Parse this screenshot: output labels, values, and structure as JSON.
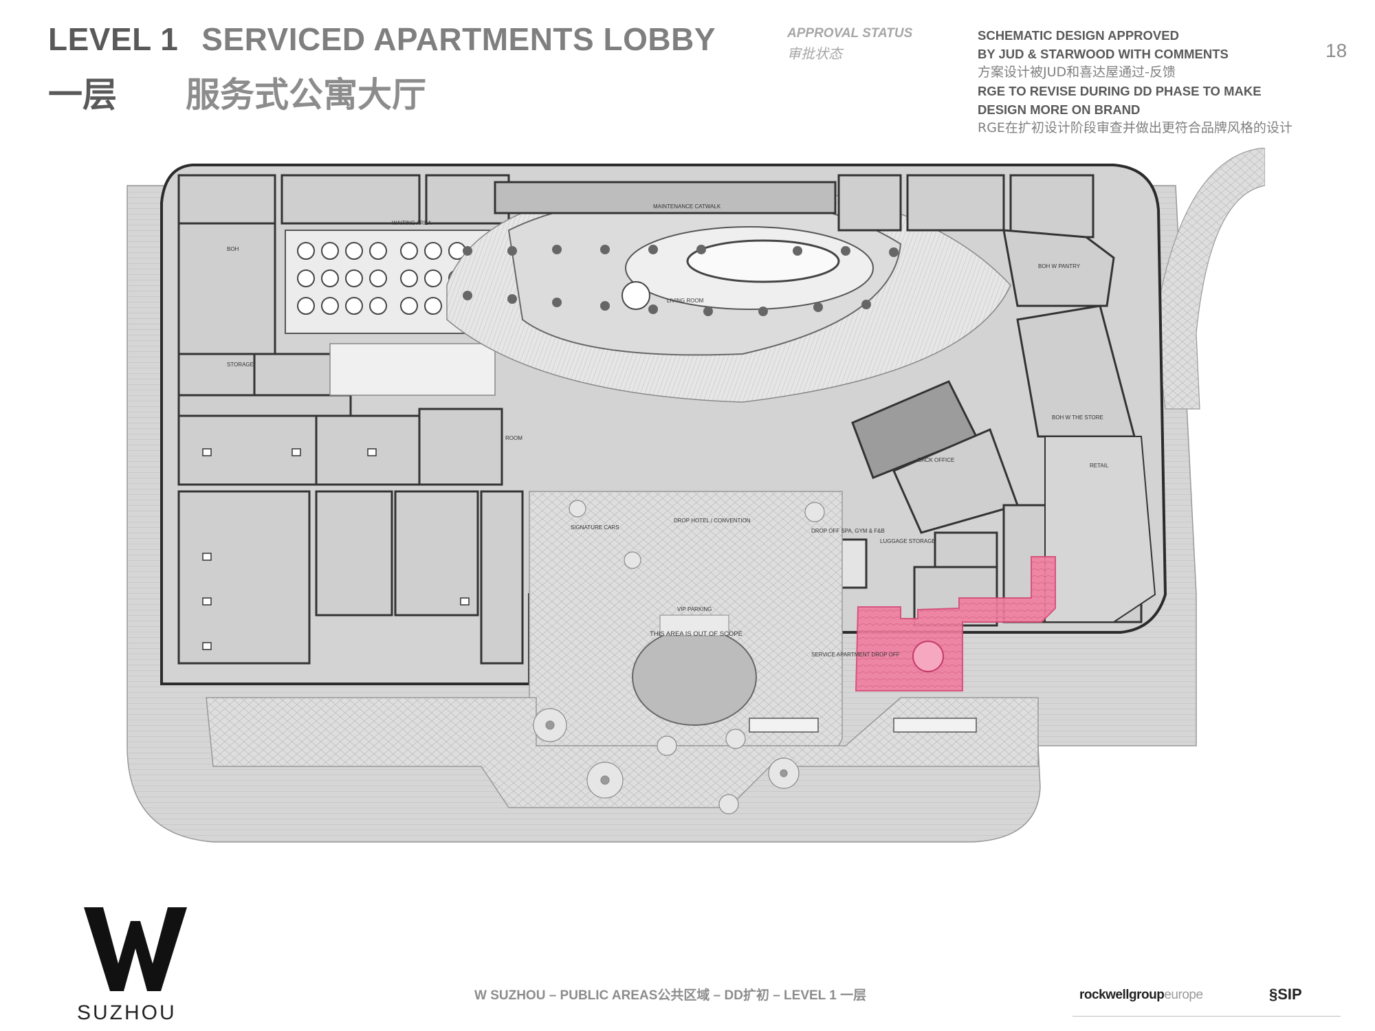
{
  "header": {
    "level_en": "LEVEL 1",
    "title_en": "SERVICED APARTMENTS LOBBY",
    "level_cn": "一层",
    "title_cn": "服务式公寓大厅",
    "approval_label": "APPROVAL STATUS",
    "approval_label_cn": "审批状态",
    "status_lines": [
      "SCHEMATIC DESIGN APPROVED",
      "BY JUD & STARWOOD WITH COMMENTS",
      "方案设计被JUD和喜达屋通过-反馈",
      "RGE TO REVISE DURING DD PHASE TO MAKE",
      "DESIGN MORE ON BRAND",
      "RGE在扩初设计阶段审查并做出更符合品牌风格的设计"
    ],
    "page_number": "18"
  },
  "plan": {
    "labels": {
      "waiting_area": "WAITING AREA",
      "boh": "BOH",
      "storage": "STORAGE",
      "living_room": "LIVING ROOM",
      "maintenance": "MAINTENANCE CATWALK",
      "boh_w_pantry": "BOH W PANTRY",
      "boh_store": "BOH W THE STORE",
      "retail": "RETAIL",
      "back_office": "BACK OFFICE",
      "luggage": "LUGGAGE STORAGE",
      "drop_off_spa": "DROP OFF SPA, GYM & F&B",
      "drop_hotel": "DROP HOTEL / CONVENTION",
      "signature_cars": "SIGNATURE CARS",
      "vip_parking": "VIP PARKING",
      "out_of_scope": "THIS AREA IS OUT OF SCOPE",
      "service_drop": "SERVICE APARTMENT DROP OFF",
      "room": "ROOM"
    },
    "highlight_color": "#f07fa0"
  },
  "brand": {
    "logo_letter": "W",
    "city": "SUZHOU"
  },
  "footer": {
    "text": "W SUZHOU – PUBLIC AREAS公共区域 – DD扩初 – LEVEL 1 一层",
    "firm": "rockwellgroup",
    "firm_suffix": "europe",
    "partner": "SIP"
  }
}
